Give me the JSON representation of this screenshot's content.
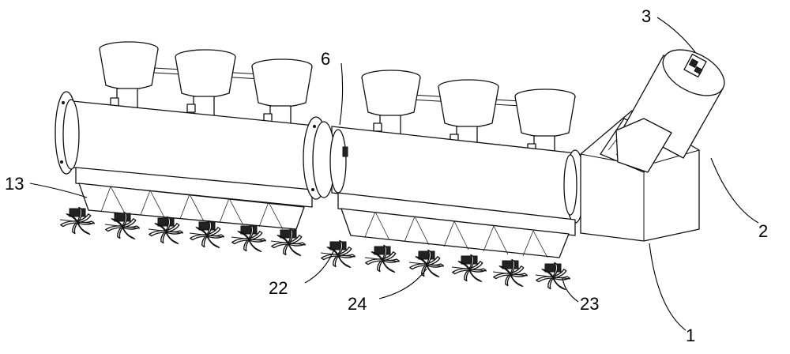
{
  "figure": {
    "labels": [
      {
        "id": "callout-3",
        "text": "3"
      },
      {
        "id": "callout-6",
        "text": "6"
      },
      {
        "id": "callout-13",
        "text": "13"
      },
      {
        "id": "callout-2",
        "text": "2"
      },
      {
        "id": "callout-22",
        "text": "22"
      },
      {
        "id": "callout-24",
        "text": "24"
      },
      {
        "id": "callout-23",
        "text": "23"
      },
      {
        "id": "callout-1",
        "text": "1"
      }
    ]
  }
}
